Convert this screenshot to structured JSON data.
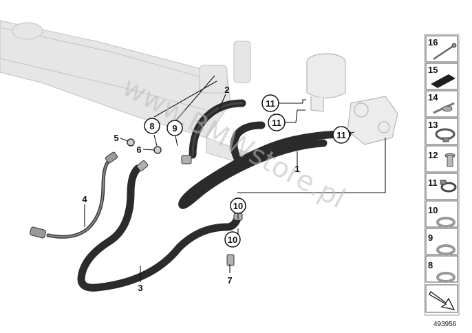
{
  "diagram": {
    "watermark": "www.BMWstore.pl",
    "document_number": "493956",
    "callouts": {
      "c1": "1",
      "c2": "2",
      "c3": "3",
      "c4": "4",
      "c5": "5",
      "c6": "6",
      "c7": "7",
      "c8": "8",
      "c9": "9",
      "c10a": "10",
      "c10b": "10",
      "c11a": "11",
      "c11b": "11",
      "c11c": "11"
    },
    "legend": {
      "items": [
        "16",
        "15",
        "14",
        "13",
        "12",
        "11",
        "10",
        "9",
        "8"
      ]
    },
    "colors": {
      "hose": "#2b2b2b",
      "line": "#111111",
      "ghost": "#cfcfcf",
      "panel_border": "#555555"
    }
  }
}
